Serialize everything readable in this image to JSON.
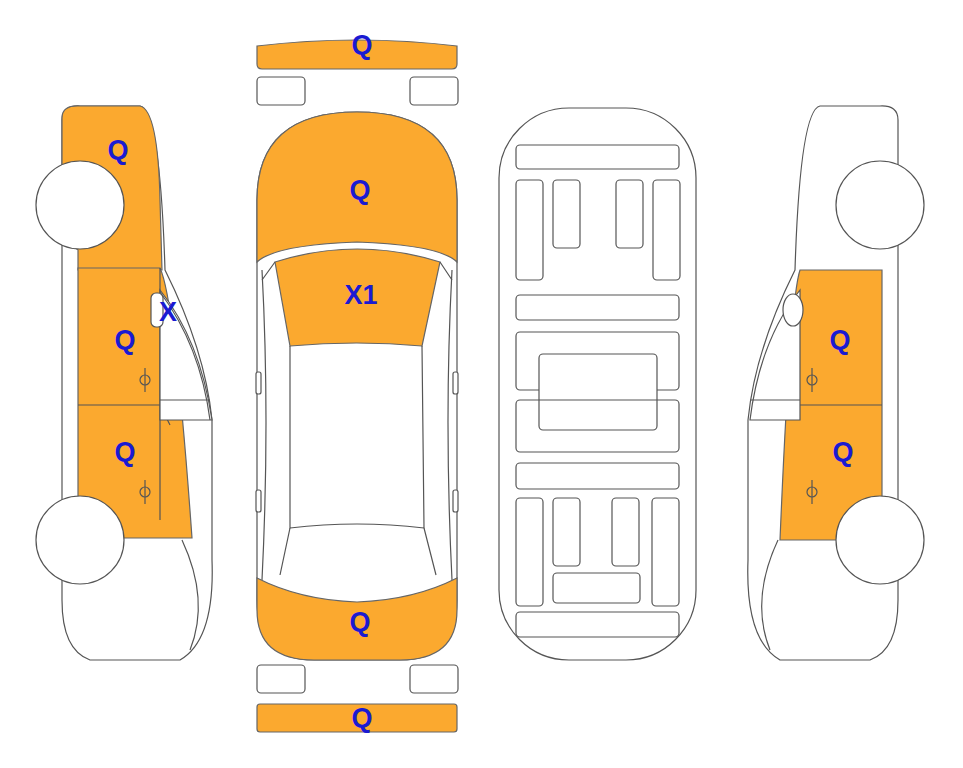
{
  "diagram": {
    "labels": [
      "Q",
      "Q",
      "Q",
      "X1",
      "X",
      "Q",
      "Q",
      "Q",
      "Q",
      "Q",
      "Q"
    ]
  }
}
